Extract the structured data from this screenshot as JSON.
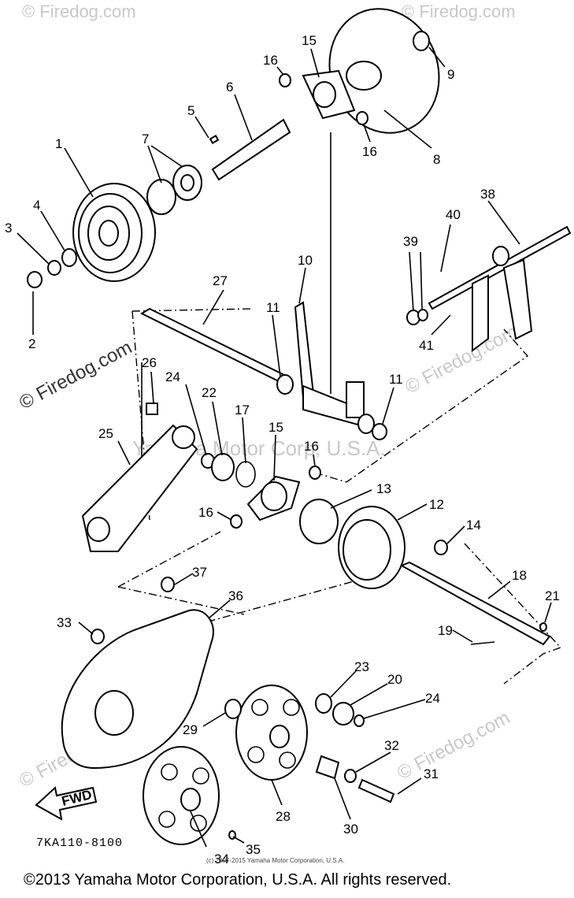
{
  "watermarks": {
    "site": "© Firedog.com",
    "company": "Yamaha Motor Corp, U.S.A."
  },
  "callouts": [
    "1",
    "2",
    "3",
    "4",
    "5",
    "6",
    "7",
    "8",
    "9",
    "10",
    "11",
    "11",
    "12",
    "13",
    "14",
    "15",
    "15",
    "16",
    "16",
    "16",
    "16",
    "17",
    "18",
    "19",
    "20",
    "21",
    "22",
    "23",
    "24",
    "24",
    "25",
    "26",
    "27",
    "28",
    "29",
    "30",
    "31",
    "32",
    "33",
    "34",
    "35",
    "36",
    "37",
    "38",
    "39",
    "40",
    "41"
  ],
  "fwd_label": "FWD",
  "diagram_code": "7KA110-8100",
  "small_copyright": "(c) 2007-2015 Yamaha Motor Corporation, U.S.A.",
  "copyright": "©2013 Yamaha Motor Corporation, U.S.A. All rights reserved."
}
